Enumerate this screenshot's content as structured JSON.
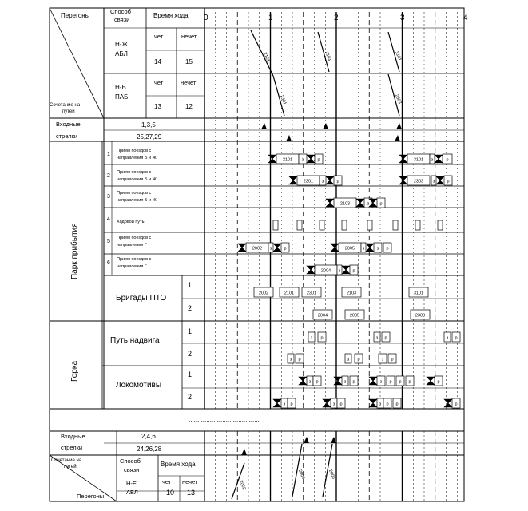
{
  "header": {
    "peregony": "Перегоны",
    "sposob_line1": "Способ",
    "sposob_line2": "связи",
    "vremya": "Время хода",
    "sochetanie_line1": "Сочетание на",
    "sochetanie_line2": "путей"
  },
  "hour_labels": [
    "0",
    "1",
    "2",
    "3",
    "4"
  ],
  "top_stretches": [
    {
      "name_line1": "Н-Ж",
      "name_line2": "АБЛ",
      "even_label": "чет",
      "odd_label": "нечет",
      "even_time": "14",
      "odd_time": "15"
    },
    {
      "name_line1": "Н-Б",
      "name_line2": "ПАБ",
      "even_label": "чет",
      "odd_label": "нечет",
      "even_time": "13",
      "odd_time": "12"
    }
  ],
  "inbound_top": {
    "label_line1": "Входные",
    "label_line2": "стрелки",
    "row1": "1,3,5",
    "row2": "25,27,29"
  },
  "park_arrival": {
    "label": "Парк прибытия",
    "tracks": [
      {
        "num": "1",
        "desc_line1": "Прием поездов с",
        "desc_line2": "направления Б и Ж"
      },
      {
        "num": "2",
        "desc_line1": "Прием поездов с",
        "desc_line2": "направления Б и Ж"
      },
      {
        "num": "3",
        "desc_line1": "Прием поездов с",
        "desc_line2": "направления Б и Ж"
      },
      {
        "num": "4",
        "desc_line1": "Ходовой путь",
        "desc_line2": ""
      },
      {
        "num": "5",
        "desc_line1": "Прием поездов с",
        "desc_line2": "направления Г"
      },
      {
        "num": "6",
        "desc_line1": "Прием поездов с",
        "desc_line2": "направления Г"
      }
    ],
    "pto_label": "Бригады ПТО",
    "pto_rows": [
      "1",
      "2"
    ]
  },
  "hump": {
    "label": "Горка",
    "push_label": "Путь надвига",
    "push_rows": [
      "1",
      "2"
    ],
    "loco_label": "Локомотивы",
    "loco_rows": [
      "1",
      "2"
    ]
  },
  "gap_dots": "........................................",
  "inbound_bottom": {
    "label_line1": "Входные",
    "label_line2": "стрелки",
    "row1": "2,4,6",
    "row2": "24,26,28"
  },
  "bottom_stretch": {
    "sposob_line1": "Способ",
    "sposob_line2": "связи",
    "vremya": "Время хода",
    "name_line1": "Н-Е",
    "name_line2": "АБЛ",
    "even_label": "чет",
    "odd_label": "нечет",
    "even_time": "10",
    "odd_time": "13",
    "peregony": "Перегоны",
    "sochetanie_line1": "Сочетание на",
    "sochetanie_line2": "путей"
  },
  "train_numbers": {
    "t2101": "2101",
    "t2301": "2301",
    "t2103": "2103",
    "t2002": "2002",
    "t2005": "2005",
    "t2004": "2004",
    "t3101": "3101",
    "t2303": "2303"
  },
  "op_letters": {
    "p": "р",
    "s": "з"
  }
}
